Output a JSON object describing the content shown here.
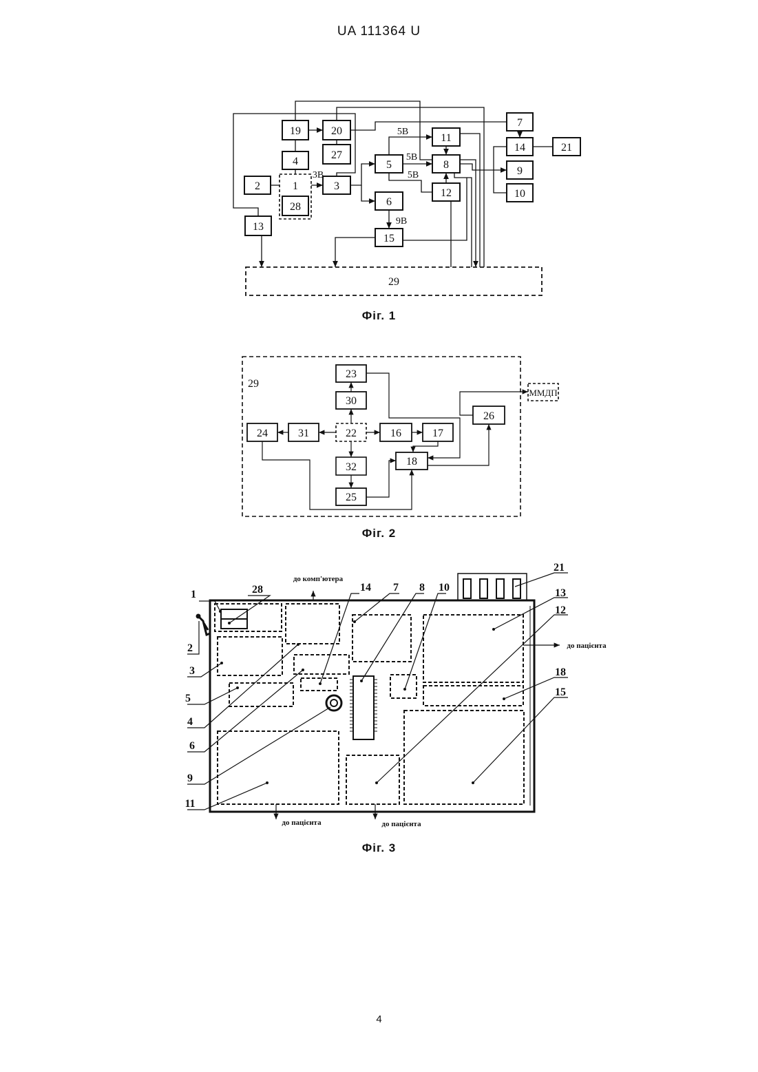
{
  "header": {
    "doc_id": "UA   111364   U"
  },
  "page_number": "4",
  "fig1": {
    "caption": "Фіг. 1",
    "blocks": {
      "b1": "1",
      "b2": "2",
      "b3": "3",
      "b4": "4",
      "b5": "5",
      "b6": "6",
      "b7": "7",
      "b8": "8",
      "b9": "9",
      "b10": "10",
      "b11": "11",
      "b12": "12",
      "b13": "13",
      "b14": "14",
      "b15": "15",
      "b19": "19",
      "b20": "20",
      "b21": "21",
      "b27": "27",
      "b28": "28",
      "b29": "29"
    },
    "voltages": {
      "v3": "3В",
      "v5a": "5В",
      "v5b": "5В",
      "v5c": "5В",
      "v9": "9В"
    }
  },
  "fig2": {
    "caption": "Фіг. 2",
    "blocks": {
      "b29": "29",
      "b23": "23",
      "b30": "30",
      "b22": "22",
      "b24": "24",
      "b31": "31",
      "b16": "16",
      "b17": "17",
      "b26": "26",
      "b18": "18",
      "b32": "32",
      "b25": "25",
      "mmdp": "ММДП"
    }
  },
  "fig3": {
    "caption": "Фіг. 3",
    "labels": {
      "l1": "1",
      "l2": "2",
      "l3": "3",
      "l4": "4",
      "l5": "5",
      "l6": "6",
      "l7": "7",
      "l8": "8",
      "l9": "9",
      "l10": "10",
      "l11": "11",
      "l12": "12",
      "l13": "13",
      "l14": "14",
      "l15": "15",
      "l18": "18",
      "l21": "21",
      "l28": "28"
    },
    "to_computer": "до комп'ютера",
    "to_patient_right": "до пацієнта",
    "to_patient_bottom_left": "до пацієнта",
    "to_patient_bottom_mid": "до пацієнта"
  }
}
